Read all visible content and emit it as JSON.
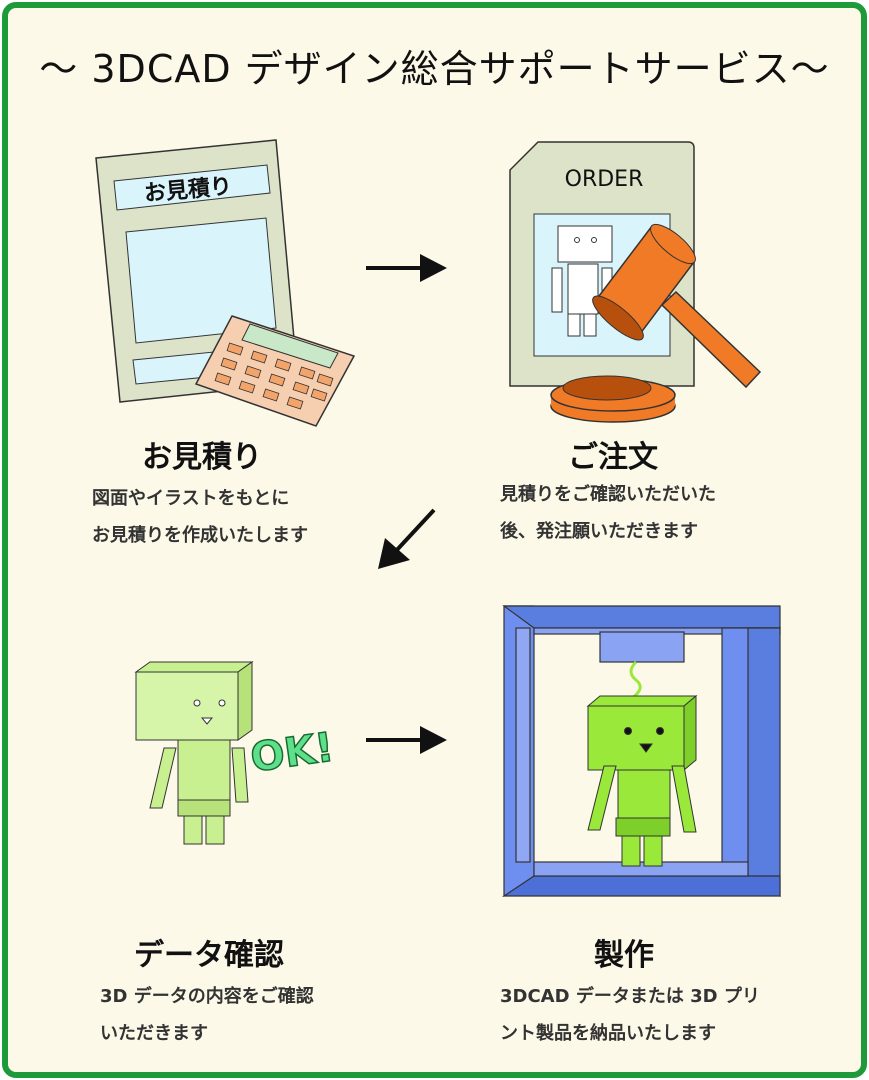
{
  "title": "〜 3DCAD デザイン総合サポートサービス〜",
  "steps": [
    {
      "title": "お見積り",
      "desc": "図面やイラストをもとに\nお見積りを作成いたします",
      "doc_label": "お見積り"
    },
    {
      "title": "ご注文",
      "desc": "見積りをご確認いただいた\n後、発注願いただきます",
      "doc_label": "ORDER"
    },
    {
      "title": "データ確認",
      "desc": "3D データの内容をご確認\nいただきます",
      "badge": "OK!"
    },
    {
      "title": "製作",
      "desc": "3DCAD データまたは 3D プリ\nント製品を納品いたします"
    }
  ],
  "colors": {
    "border": "#1f9a3a",
    "background": "#fdf9e9",
    "doc": "#dde3c8",
    "gavel": "#f07a26",
    "printer": "#6f8ff0",
    "robot_light": "#c8f090",
    "robot": "#99e83a"
  }
}
